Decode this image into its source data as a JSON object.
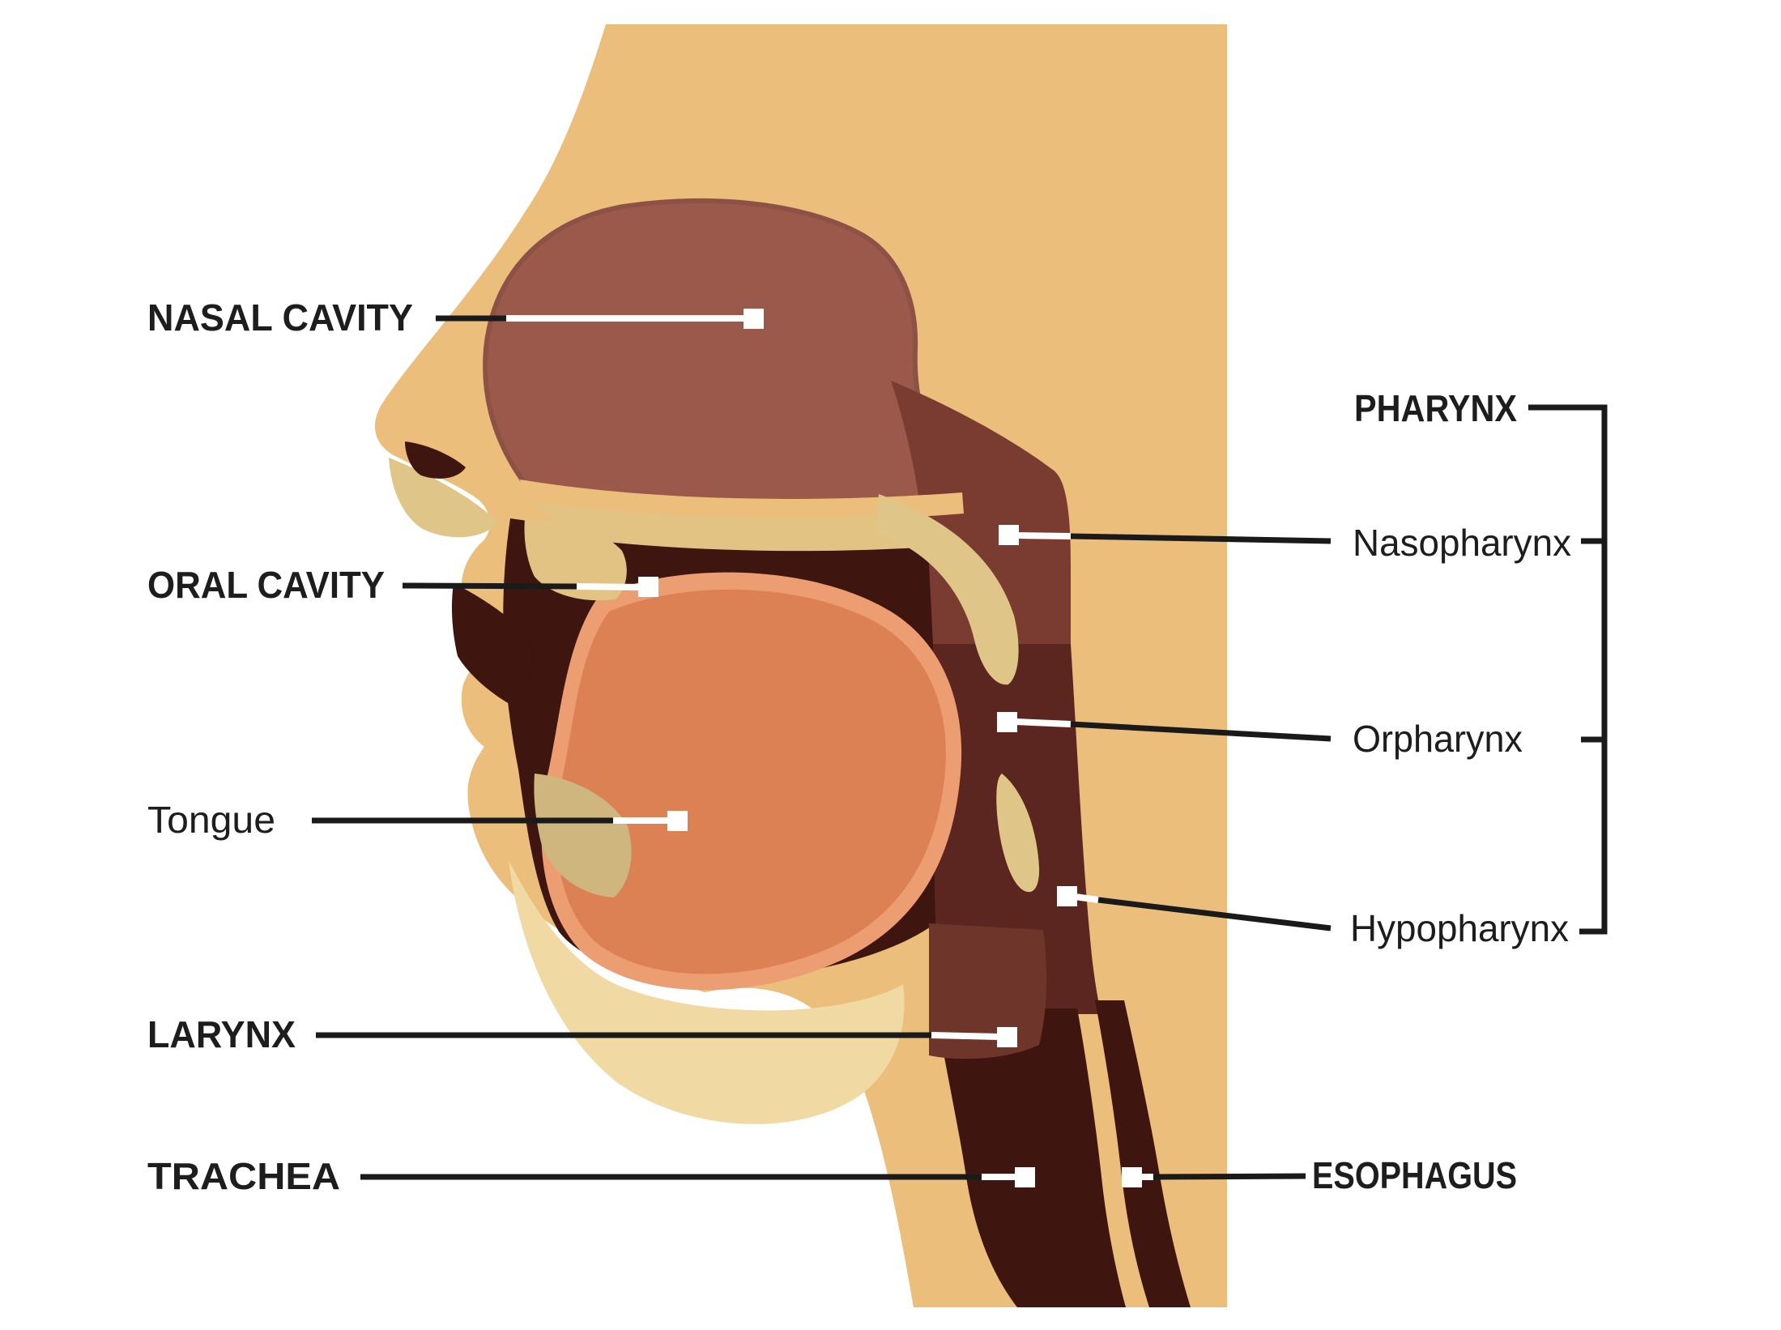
{
  "diagram": {
    "subject": "Sagittal head and neck anatomy: pharynx regions",
    "type": "labeled-anatomical-illustration"
  },
  "labels": {
    "nasal_cavity": "NASAL CAVITY",
    "oral_cavity": "ORAL CAVITY",
    "tongue": "Tongue",
    "larynx": "LARYNX",
    "trachea": "TRACHEA",
    "pharynx": "PHARYNX",
    "nasopharynx": "Nasopharynx",
    "orpharynx": "Orpharynx",
    "hypopharynx": "Hypopharynx",
    "esophagus": "ESOPHAGUS"
  },
  "colors": {
    "background": "#ffffff",
    "skin": "#EBBE7B",
    "nasal_cavity": "#9A594B",
    "nasal_cavity_edge": "#8D5245",
    "pharynx_upper": "#7A3C31",
    "pharynx_lower": "#5B2620",
    "darkest": "#3E150F",
    "larynx_region": "#6E352B",
    "tongue_main": "#DC8154",
    "tongue_rim": "#EC9D72",
    "khaki": "#E2C384",
    "khaki_dark": "#CFB67E",
    "soft_palate": "#E0C588",
    "jaw_cream": "#F1D9A3",
    "line_black": "#1A1A1A",
    "line_white": "#FFFFFF",
    "text": "#1d1d1d"
  }
}
